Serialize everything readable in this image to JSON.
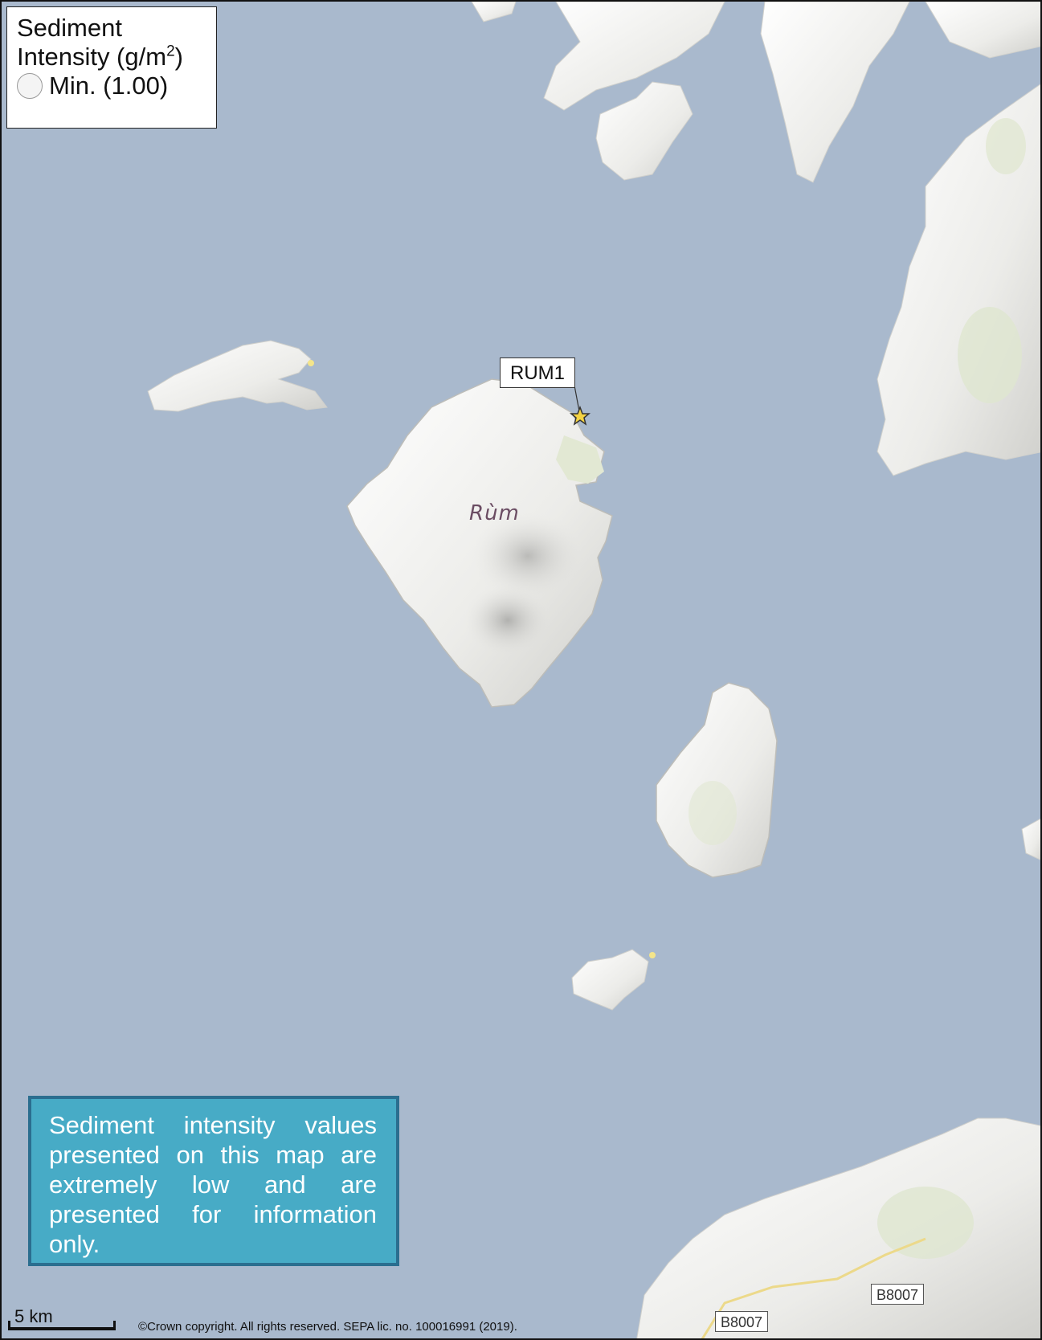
{
  "legend": {
    "title_line1": "Sediment",
    "title_line2_prefix": "Intensity (g/m",
    "title_line2_sup": "2",
    "title_line2_suffix": ")",
    "item_label": "Min. (1.00)"
  },
  "map": {
    "site_label": "RUM1",
    "place_label": "Rùm",
    "road_labels": [
      "B8007",
      "B8007"
    ],
    "water_color": "#a9b9cd",
    "land_color": "#f2f2f0"
  },
  "note": {
    "text": "Sediment intensity values presented on this map are extremely low and are presented for information only."
  },
  "scale_bar": {
    "label": "5 km"
  },
  "copyright": "©Crown copyright. All rights reserved. SEPA lic. no. 100016991 (2019)."
}
